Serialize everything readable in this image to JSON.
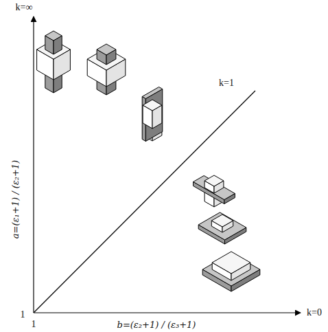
{
  "diagram": {
    "labels": [
      "k=∞",
      "1",
      "a=(ε₁+1) / (ε₂+1)",
      "k=1",
      "1",
      "b=(ε₂+1) / (ε₃+1)",
      "k=0"
    ]
  }
}
